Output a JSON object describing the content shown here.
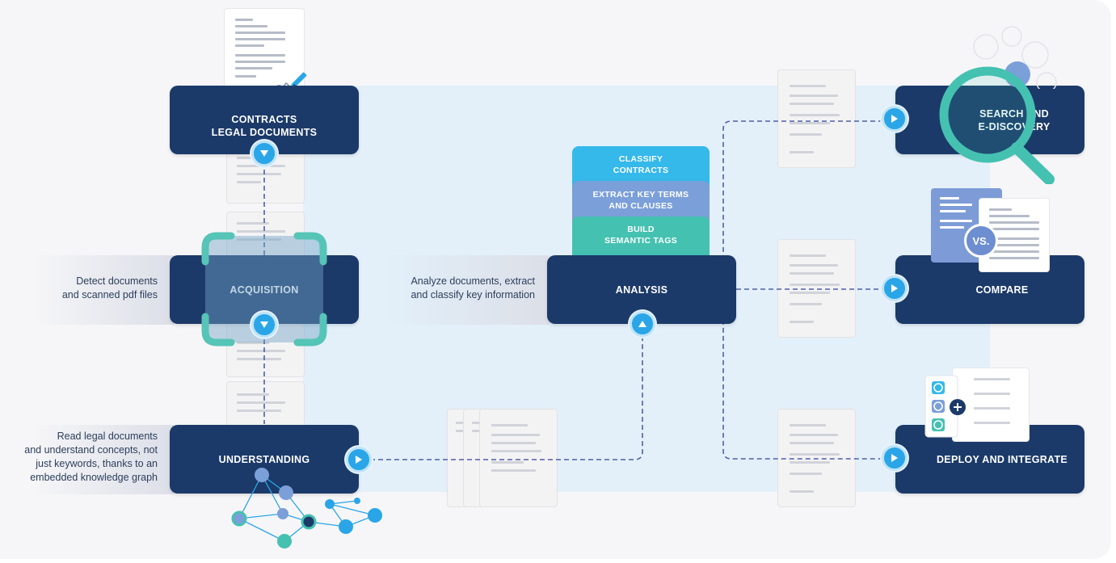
{
  "nodes": {
    "contracts": "CONTRACTS\nLEGAL DOCUMENTS",
    "acquisition": "ACQUISITION",
    "understanding": "UNDERSTANDING",
    "analysis": "ANALYSIS",
    "search": "SEARCH AND\nE-DISCOVERY",
    "compare": "COMPARE",
    "deploy": "DEPLOY AND INTEGRATE"
  },
  "descriptions": {
    "acquisition": "Detect documents\nand scanned pdf files",
    "understanding": "Read legal documents\nand understand concepts, not\njust keywords, thanks to an\nembedded knowledge graph",
    "analysis": "Analyze documents, extract\nand classify key information"
  },
  "analysis_steps": [
    {
      "label": "CLASSIFY\nCONTRACTS",
      "color": "#35b8ea"
    },
    {
      "label": "EXTRACT KEY TERMS\nAND CLAUSES",
      "color": "#7b9fd8"
    },
    {
      "label": "BUILD\nSEMANTIC TAGS",
      "color": "#45c1b1"
    }
  ],
  "compare_badge": "VS.",
  "colors": {
    "box": "#1b3a69",
    "accent_blue": "#2aa6e8",
    "accent_teal": "#45c1b1",
    "panel": "#e3f0fa",
    "dash": "#4f5fa3"
  },
  "icons": [
    "signature-pen-icon",
    "magnifier-icon",
    "knowledge-graph-icon",
    "checklist-icon",
    "play-arrow-icon",
    "scan-frame-icon"
  ]
}
